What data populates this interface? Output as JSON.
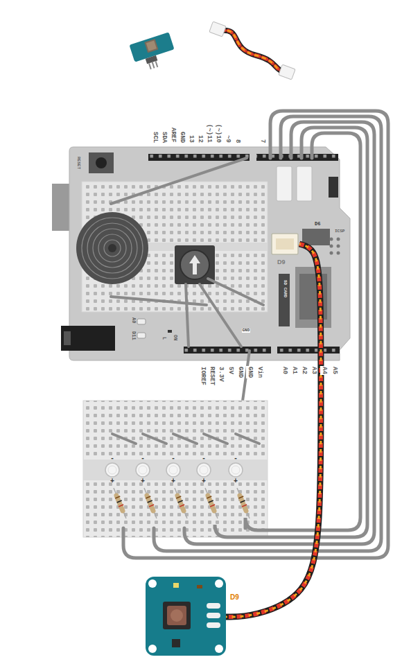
{
  "diagram": {
    "nodes": [
      {
        "text": [
          "D9"
        ]
      },
      {
        "text": [
          "D9"
        ]
      }
    ],
    "edges": [
      {
        "from": 0,
        "to": 1,
        "arrow": "none"
      }
    ],
    "labels": [
      "SCL",
      "SDA",
      "AREF",
      "GND",
      "13",
      "12",
      "(~)11",
      "(~)10",
      "~9",
      "8",
      "7",
      "RESET",
      "D6",
      "ICSP",
      "SD CARD",
      "A0",
      "D11",
      "L",
      "ON",
      "GND",
      "IOREF",
      "RESET",
      "3.3V",
      "5V",
      "GND",
      "GND",
      "Vin",
      "A0",
      "A1",
      "A2",
      "A3",
      "A4",
      "A5",
      "-",
      "-",
      "-",
      "-",
      "-",
      "+",
      "+",
      "+",
      "+",
      "+"
    ]
  }
}
